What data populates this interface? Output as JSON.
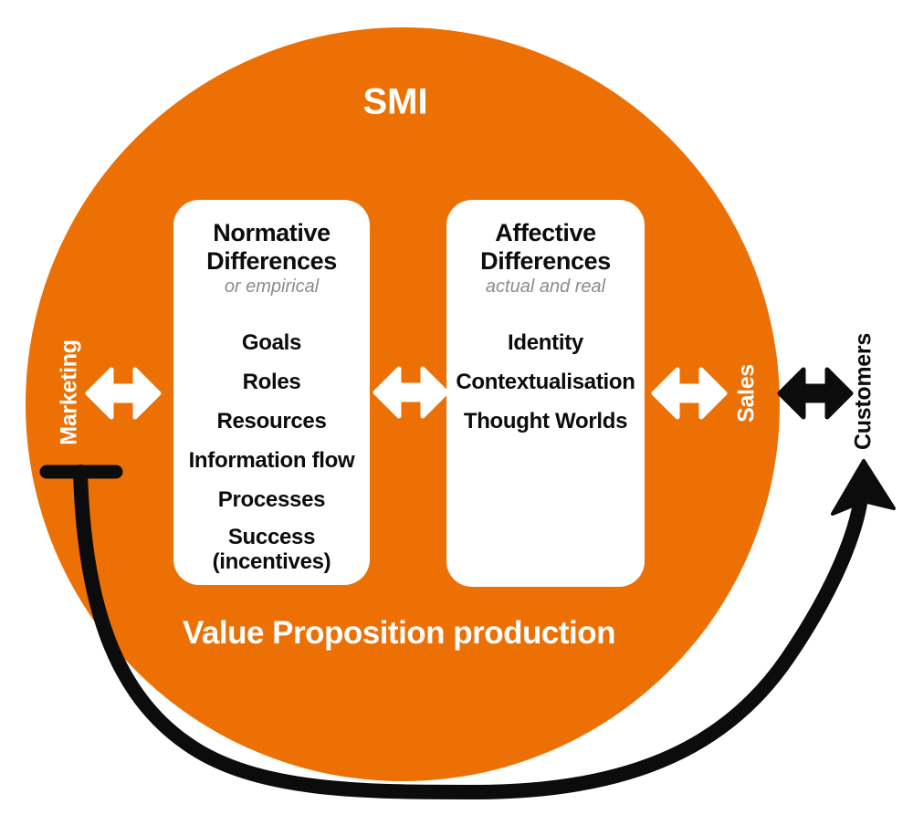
{
  "diagram": {
    "title": "SMI",
    "bottom_label": "Value Proposition production",
    "roles": {
      "marketing": "Marketing",
      "sales": "Sales",
      "customers": "Customers"
    },
    "left_box": {
      "heading": "Normative Differences",
      "subtitle": "or empirical",
      "items": [
        "Goals",
        "Roles",
        "Resources",
        "Information flow",
        "Processes",
        "Success (incentives)"
      ]
    },
    "right_box": {
      "heading": "Affective Differences",
      "subtitle": "actual and real",
      "items": [
        "Identity",
        "Contextualisation",
        "Thought Worlds"
      ]
    },
    "icons": {
      "double_arrow_white": "double-headed-arrow",
      "double_arrow_black": "double-headed-arrow",
      "feedback_arrow": "curved-feedback-arrow"
    },
    "colors": {
      "orange": "#ED7004",
      "black": "#0C0C0C",
      "gray_subtitle": "#8C8C8C",
      "white": "#FFFFFF"
    }
  }
}
